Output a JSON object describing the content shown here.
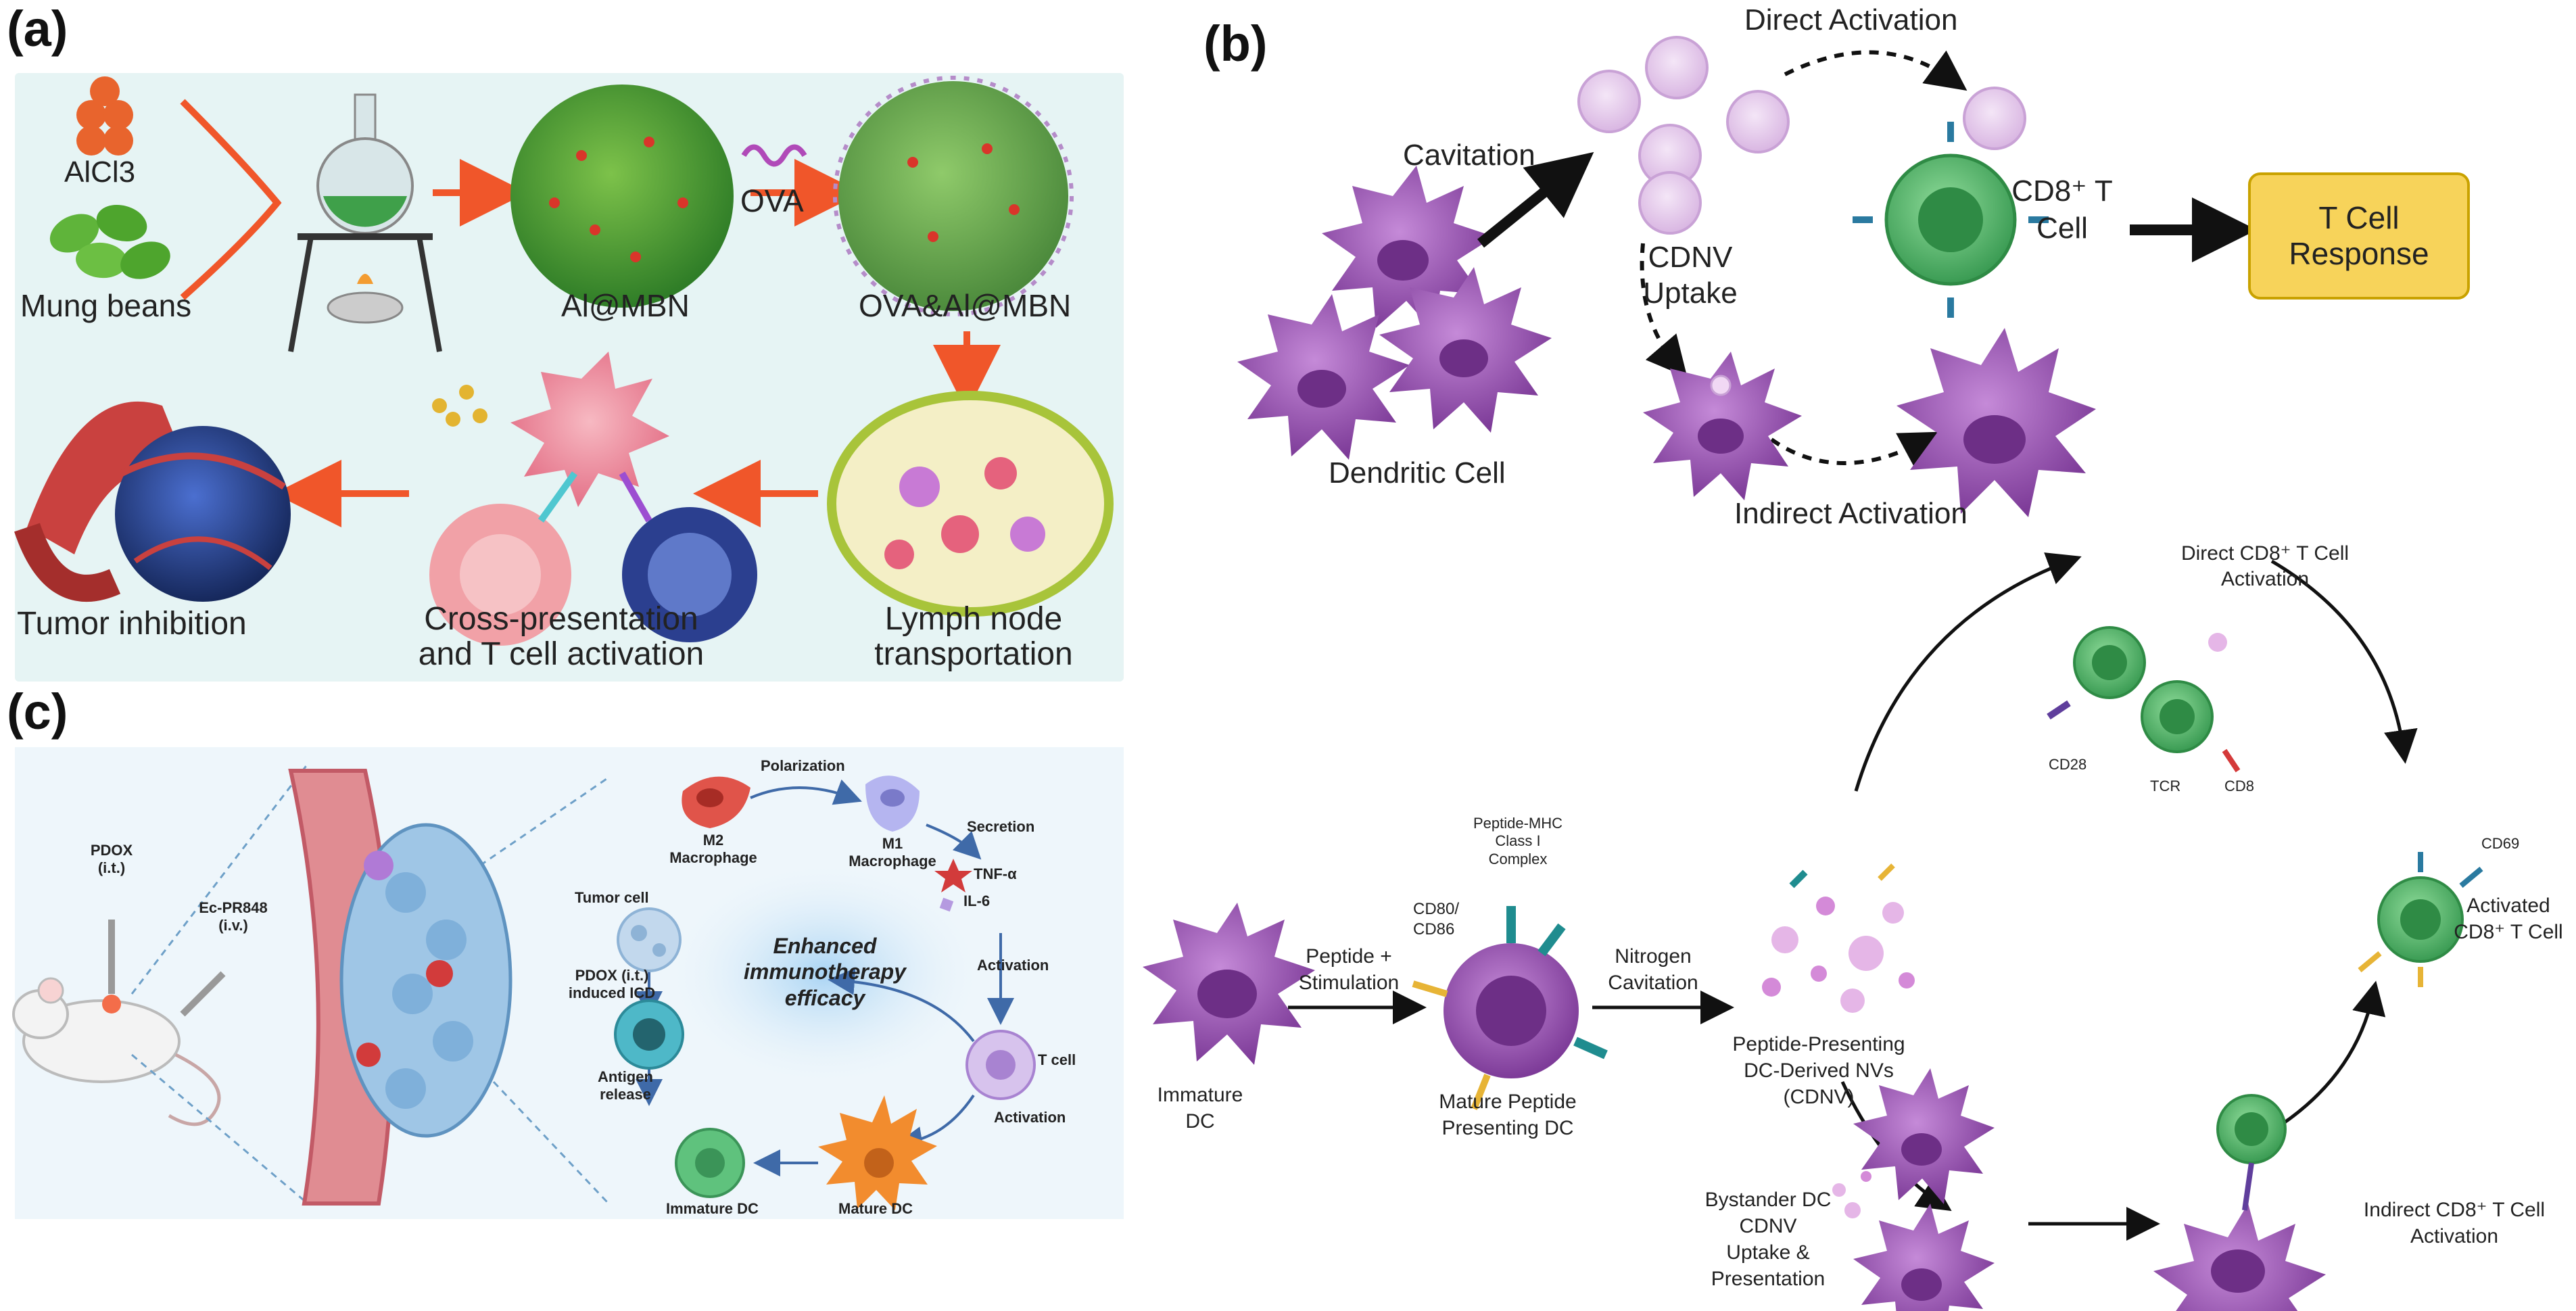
{
  "panel_labels": {
    "a": "(a)",
    "b": "(b)",
    "c": "(c)"
  },
  "panel_a": {
    "reagent_1": "AlCl3",
    "reagent_2": "Mung beans",
    "product_1": "Al@MBN",
    "antigen": "OVA",
    "product_2": "OVA&Al@MBN",
    "step_tumor": "Tumor inhibition",
    "step_cross": "Cross-presentation\nand T cell activation",
    "step_lymph": "Lymph node\ntransportation"
  },
  "panel_b_top": {
    "cavitation": "Cavitation",
    "direct_activation": "Direct Activation",
    "cd8_label": "CD8⁺ T\nCell",
    "tcell_response": "T Cell\nResponse",
    "cdnv_uptake": "CDNV\nUptake",
    "dendritic_cell": "Dendritic Cell",
    "indirect_activation": "Indirect Activation"
  },
  "panel_b_bottom": {
    "direct_cd8": "Direct CD8⁺ T Cell\nActivation",
    "cd28": "CD28",
    "tcr": "TCR",
    "cd8": "CD8",
    "cd69": "CD69",
    "peptide_mhc": "Peptide-MHC\nClass I\nComplex",
    "cd80_86": "CD80/\nCD86",
    "peptide_stim": "Peptide +\nStimulation",
    "nitrogen_cav": "Nitrogen\nCavitation",
    "immature_dc": "Immature\nDC",
    "mature_dc": "Mature Peptide\nPresenting DC",
    "nvs": "Peptide-Presenting\nDC-Derived NVs (CDNV)",
    "activated_cd8": "Activated\nCD8⁺ T Cell",
    "bystander": "Bystander DC CDNV\nUptake &\nPresentation",
    "indirect_cd8": "Indirect CD8⁺ T Cell\nActivation"
  },
  "panel_c": {
    "pdox": "PDOX\n(i.t.)",
    "ec_pr848": "Ec-PR848\n(i.v.)",
    "polarization": "Polarization",
    "m2": "M2\nMacrophage",
    "m1": "M1\nMacrophage",
    "secretion": "Secretion",
    "tnf": "TNF-α",
    "il6": "IL-6",
    "tumor_cell": "Tumor cell",
    "pdox_icd": "PDOX (i.t.)\ninduced ICD",
    "enhanced": "Enhanced\nimmunotherapy\nefficacy",
    "activation_1": "Activation",
    "t_cell": "T cell",
    "antigen_release": "Antigen\nrelease",
    "activation_2": "Activation",
    "immature_dc": "Immature DC",
    "mature_dc": "Mature DC"
  },
  "colors": {
    "panel_bg": "#e6f4f4",
    "dc_purple": "#9b5db5",
    "tcell_green": "#5cb86f",
    "arrow_red": "#f0562a",
    "response_yellow": "#f7d35a"
  }
}
